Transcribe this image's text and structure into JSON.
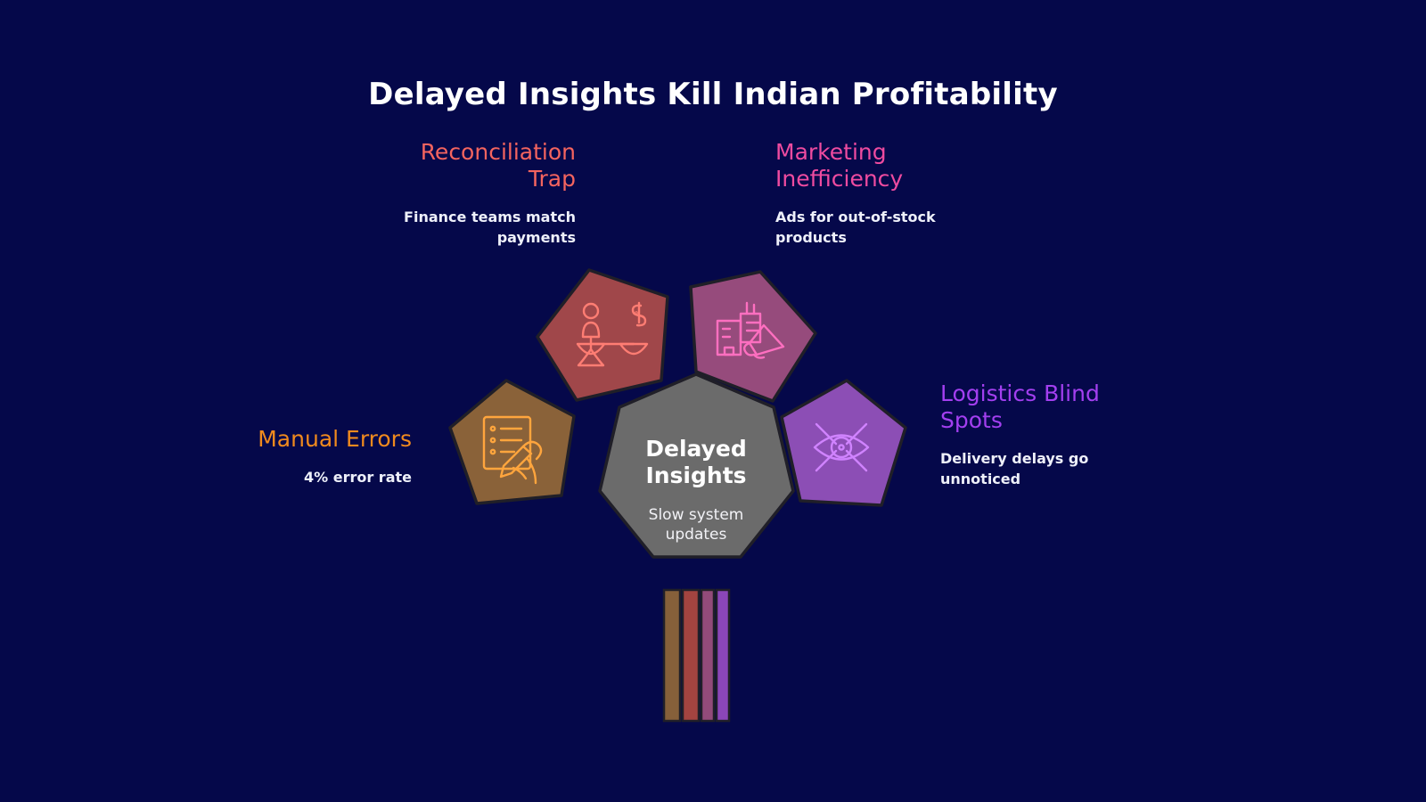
{
  "page": {
    "background_color": "#05084a",
    "title": "Delayed Insights Kill Indian Profitability"
  },
  "hub": {
    "label": "Delayed",
    "label_line2": "Insights",
    "description_line1": "Slow system",
    "description_line2": "updates",
    "fill_color": "#6b6b6b",
    "shape": "heptagon"
  },
  "nodes": [
    {
      "id": "reconciliation",
      "title": "Reconciliation Trap",
      "title_line1": "Reconciliation",
      "title_line2": "Trap",
      "description_line1": "Finance teams match",
      "description_line2": "payments",
      "title_color": "#f4645f",
      "fill_color": "#a0474a",
      "icon_color": "#ff7d73",
      "icon_name": "balance-scale-icon",
      "shape": "pentagon",
      "align": "right"
    },
    {
      "id": "marketing",
      "title": "Marketing Inefficiency",
      "title_line1": "Marketing",
      "title_line2": "Inefficiency",
      "description_line1": "Ads for out-of-stock",
      "description_line2": "products",
      "title_color": "#ef4ba0",
      "fill_color": "#964b7c",
      "icon_color": "#ff6fc0",
      "icon_name": "megaphone-icon",
      "shape": "pentagon",
      "align": "left"
    },
    {
      "id": "manual-errors",
      "title": "Manual Errors",
      "title_line1": "Manual Errors",
      "title_line2": "",
      "description_line1": "4% error rate",
      "description_line2": "",
      "title_color": "#f08a1e",
      "fill_color": "#8a6239",
      "icon_color": "#ffa53d",
      "icon_name": "handwriting-checklist-icon",
      "shape": "pentagon",
      "align": "right"
    },
    {
      "id": "logistics",
      "title": "Logistics Blind Spots",
      "title_line1": "Logistics Blind",
      "title_line2": "Spots",
      "description_line1": "Delivery delays go",
      "description_line2": "unnoticed",
      "title_color": "#a33ff0",
      "fill_color": "#8c4eb5",
      "icon_color": "#d083ff",
      "icon_name": "crossed-eye-icon",
      "shape": "pentagon",
      "align": "left"
    }
  ],
  "stem": {
    "bars": [
      {
        "id": "stem-manual",
        "color": "#86603a"
      },
      {
        "id": "stem-reconciliation",
        "color": "#a34440"
      },
      {
        "id": "stem-marketing",
        "color": "#924b7a"
      },
      {
        "id": "stem-logistics",
        "color": "#8b46b8"
      }
    ]
  }
}
